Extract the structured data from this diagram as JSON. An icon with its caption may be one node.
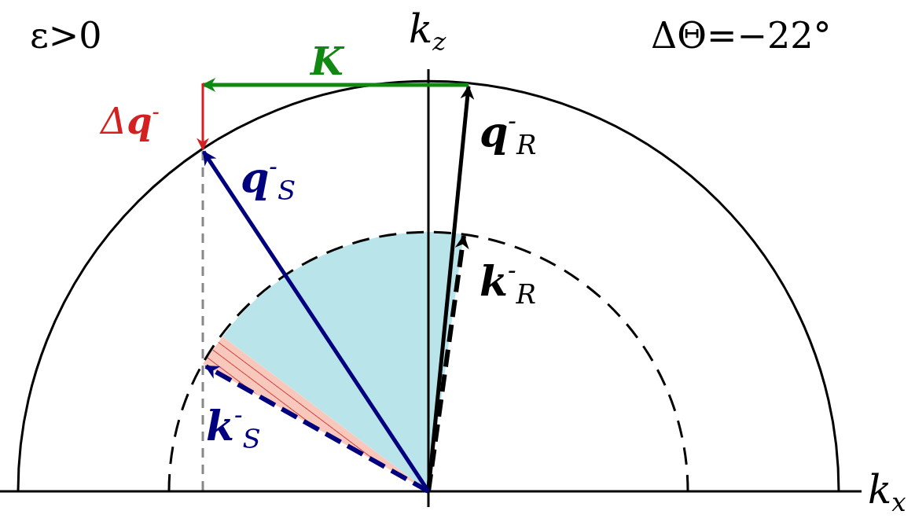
{
  "diagram": {
    "labels": [
      "ε>0",
      "ΔΘ=−22°",
      "*k*$_{z}$",
      "**K**",
      "Δ**q**$^{-}$",
      "**q**$^{-}$$_{S}$",
      "**q**$^{-}$$_{R}$",
      "**k**$^{-}$$_{R}$",
      "**k**$^{-}$$_{S}$",
      "*k*$_{x}$"
    ]
  }
}
